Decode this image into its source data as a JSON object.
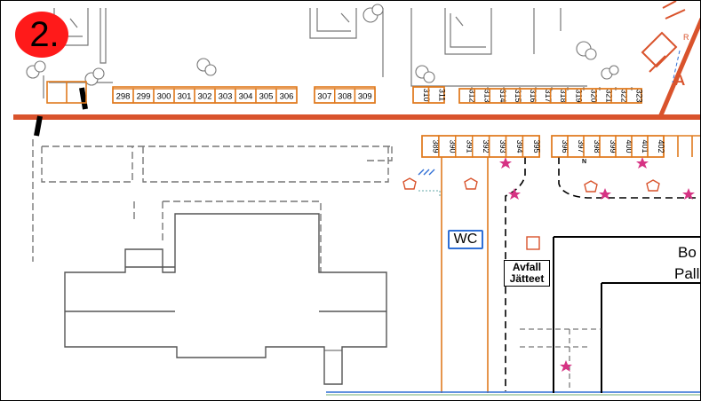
{
  "map_badge": {
    "label": "2."
  },
  "spots_top_row_a": [
    "298",
    "299",
    "300",
    "301",
    "302",
    "303",
    "304",
    "305",
    "306"
  ],
  "spots_top_row_b": [
    "307",
    "308",
    "309"
  ],
  "spots_top_row_c": [
    "310",
    "311"
  ],
  "spots_top_row_d": [
    "312",
    "313",
    "314",
    "315",
    "316",
    "317",
    "318",
    "319",
    "320",
    "321",
    "322",
    "323"
  ],
  "spots_lower_row_a": [
    "389",
    "390",
    "391",
    "392",
    "393",
    "394",
    "395"
  ],
  "spots_lower_row_b": [
    "396",
    "397",
    "398",
    "399",
    "400",
    "401",
    "402"
  ],
  "labels": {
    "wc": "WC",
    "waste_line1": "Avfall",
    "waste_line2": "Jätteet",
    "building_line1": "Bo",
    "building_line2": "Pall",
    "area_letter": "A",
    "small_letter": "R",
    "small_mark": "N"
  },
  "colors": {
    "road": "#d9532c",
    "parking_outline": "#e07b1f",
    "water_line": "#2f6fd6",
    "marker": "#d63384",
    "badge": "#ff1a1a"
  }
}
